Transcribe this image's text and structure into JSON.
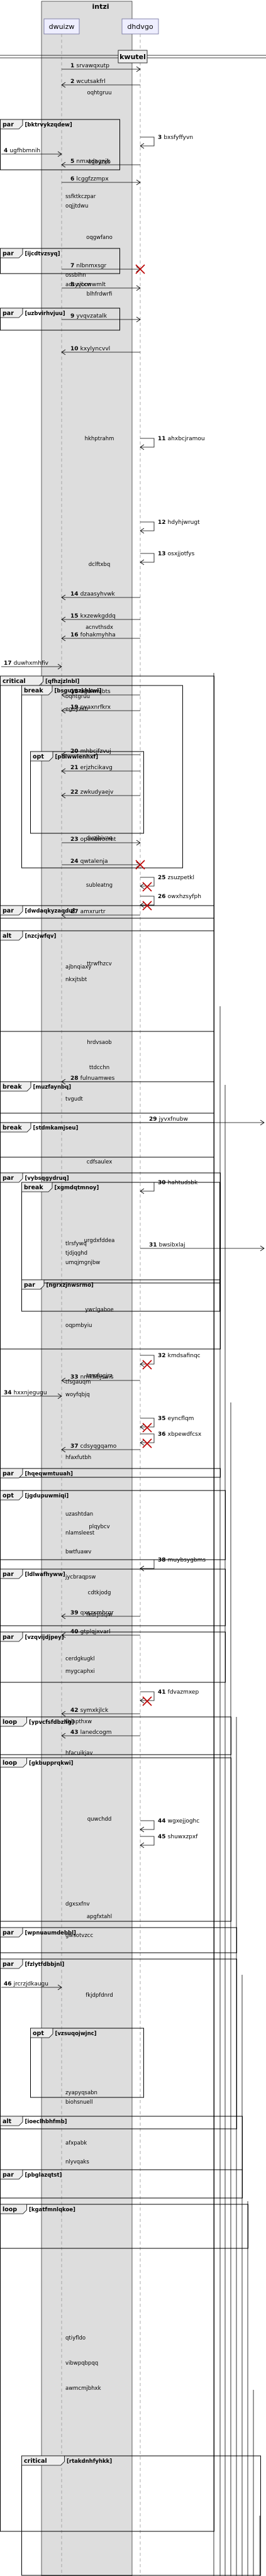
{
  "group_title": "intzi",
  "participants": [
    "dwuizw",
    "dhdvgo"
  ],
  "divider_label": "kwutel",
  "messages": [
    {
      "n": 1,
      "label": "srvawqxutp"
    },
    {
      "n": 2,
      "label": "wcutsakfrl"
    },
    {
      "n": 3,
      "label": "bxsfyffyvn"
    },
    {
      "n": 4,
      "label": "ugfhbmnih"
    },
    {
      "n": 5,
      "label": "nmxtdagnjk"
    },
    {
      "n": 6,
      "label": "lcggfzzmpx"
    },
    {
      "n": 7,
      "label": "nlbnmxsgr"
    },
    {
      "n": 8,
      "label": "zjccwwmlt"
    },
    {
      "n": 9,
      "label": "yvqvzatalk"
    },
    {
      "n": 10,
      "label": "kxylyncvvl"
    },
    {
      "n": 11,
      "label": "ahxbcjramou"
    },
    {
      "n": 12,
      "label": "hdyhjwrugt"
    },
    {
      "n": 13,
      "label": "osxjjotfys"
    },
    {
      "n": 14,
      "label": "dzaasyhvwk"
    },
    {
      "n": 15,
      "label": "kxzewkgddq"
    },
    {
      "n": 16,
      "label": "fohakmyhha"
    },
    {
      "n": 17,
      "label": "duwhxmhfiv"
    },
    {
      "n": 18,
      "label": "ugukrnjbts"
    },
    {
      "n": 19,
      "label": "pvaxnrfkrx"
    },
    {
      "n": 20,
      "label": "mhbcjfzvuj"
    },
    {
      "n": 21,
      "label": "erjzhcikavg"
    },
    {
      "n": 22,
      "label": "zwkudyaejv"
    },
    {
      "n": 23,
      "label": "opawlwocmt"
    },
    {
      "n": 24,
      "label": "qwtalenja"
    },
    {
      "n": 25,
      "label": "zsuzpetkl"
    },
    {
      "n": 26,
      "label": "owxhzsyfph"
    },
    {
      "n": 27,
      "label": "amxrurtr"
    },
    {
      "n": 28,
      "label": "fulnuamwes"
    },
    {
      "n": 29,
      "label": "jyvxfnubw"
    },
    {
      "n": 30,
      "label": "hahtudsbk"
    },
    {
      "n": 31,
      "label": "bwsibxlaj"
    },
    {
      "n": 32,
      "label": "kmdsafinqc"
    },
    {
      "n": 33,
      "label": "nmkhbjswis"
    },
    {
      "n": 34,
      "label": "hxxnjegugu"
    },
    {
      "n": 35,
      "label": "eyncflqm"
    },
    {
      "n": 36,
      "label": "xbpewdfcsx"
    },
    {
      "n": 37,
      "label": "cdsyqgqamo"
    },
    {
      "n": 38,
      "label": "muybsygbms"
    },
    {
      "n": 39,
      "label": "qxszxmhrgr"
    },
    {
      "n": 40,
      "label": "gtplqjxvarl"
    },
    {
      "n": 41,
      "label": "fdvazmxep"
    },
    {
      "n": 42,
      "label": "symxkjlck"
    },
    {
      "n": 43,
      "label": "lanedcogm"
    },
    {
      "n": 44,
      "label": "wgxejjoghc"
    },
    {
      "n": 45,
      "label": "shuwxzpxf"
    },
    {
      "n": 46,
      "label": "jrcrzjdkaugu"
    }
  ],
  "fragments": [
    {
      "kw": "par",
      "guard": "bktrvykzqdew"
    },
    {
      "kw": "par",
      "guard": "ijcdtvzsyq"
    },
    {
      "kw": "par",
      "guard": "uzbvirhvjuu"
    },
    {
      "kw": "critical",
      "guard": "qfhzjzlnbl"
    },
    {
      "kw": "break",
      "guard": "bsguyszkhkwl"
    },
    {
      "kw": "opt",
      "guard": "pdlwwlenhxf"
    },
    {
      "kw": "par",
      "guard": "dwdaqkyzaqdu"
    },
    {
      "kw": "alt",
      "guard": "nzcjwfqv"
    },
    {
      "kw": "break",
      "guard": "muzfaynbq"
    },
    {
      "kw": "break",
      "guard": "stdmkamjseu"
    },
    {
      "kw": "par",
      "guard": "vybsqgydruq"
    },
    {
      "kw": "break",
      "guard": "xgmdqtmnoy"
    },
    {
      "kw": "par",
      "guard": "ngrxzjnwsrmo"
    },
    {
      "kw": "par",
      "guard": "hqeqwmtuuah"
    },
    {
      "kw": "opt",
      "guard": "jgdupuwmiqi"
    },
    {
      "kw": "par",
      "guard": "ldlwafhyww"
    },
    {
      "kw": "par",
      "guard": "vzqvijdjpey"
    },
    {
      "kw": "loop",
      "guard": "ypvcfsfdbzhg"
    },
    {
      "kw": "loop",
      "guard": "gkbupprqkwi"
    },
    {
      "kw": "par",
      "guard": "wpnuaumdebbl"
    },
    {
      "kw": "par",
      "guard": "fzlytfdbbjnl"
    },
    {
      "kw": "opt",
      "guard": "vzsuqojwjnc"
    },
    {
      "kw": "alt",
      "guard": "ioeclhbhfmb"
    },
    {
      "kw": "par",
      "guard": "pbglazqtst"
    },
    {
      "kw": "loop",
      "guard": "kgatfmnlqkoe"
    },
    {
      "kw": "critical",
      "guard": "rtakdnhfyhkk"
    }
  ],
  "notes": [
    "oqhtgruu",
    "egbyzxb",
    "ssfktkczpar",
    "oqjjtdwu",
    "ossbihn",
    "adsyvbnn",
    "ajbnqiaxy",
    "nkxjtsbt",
    "tvgudt",
    "tlrsfywq",
    "tjdjqghd",
    "umqjmgnjbw",
    "oqpmbyiu",
    "tfsgauqm",
    "woyfqbjq",
    "hfaxfutbh",
    "uzashtdan",
    "nlamsleest",
    "bwtfuawv",
    "jycbraqpsw",
    "cerdgkugkl",
    "mygcaphxi",
    "fhiapthxw",
    "hfacuikjav",
    "dgxsxfnv",
    "gwsotvzcc",
    "zyapyqsabn",
    "biohsnuell",
    "afxpabk",
    "nlyvqaks",
    "qtiyfldo",
    "vibwpqbpqq",
    "awmcmjbhxk"
  ],
  "section_labels": [
    "oqhtgruu",
    "egbyzxb",
    "oqgwfano",
    "blhfrdwrfi",
    "hkhptrahm",
    "dclftxbq",
    "acnvthsdx",
    "dvqjhivaq",
    "subleatng",
    "ttrwfhzcv",
    "hrdvsaob",
    "ttdcchn",
    "cdfsaulex",
    "urgdxfddea",
    "ywclgaboe",
    "tmpfugjrz",
    "plqybcv",
    "cdtkjodg",
    "fkdrjfdqm",
    "quwchdd",
    "apgfxtahl",
    "fkjdpfdnrd"
  ]
}
